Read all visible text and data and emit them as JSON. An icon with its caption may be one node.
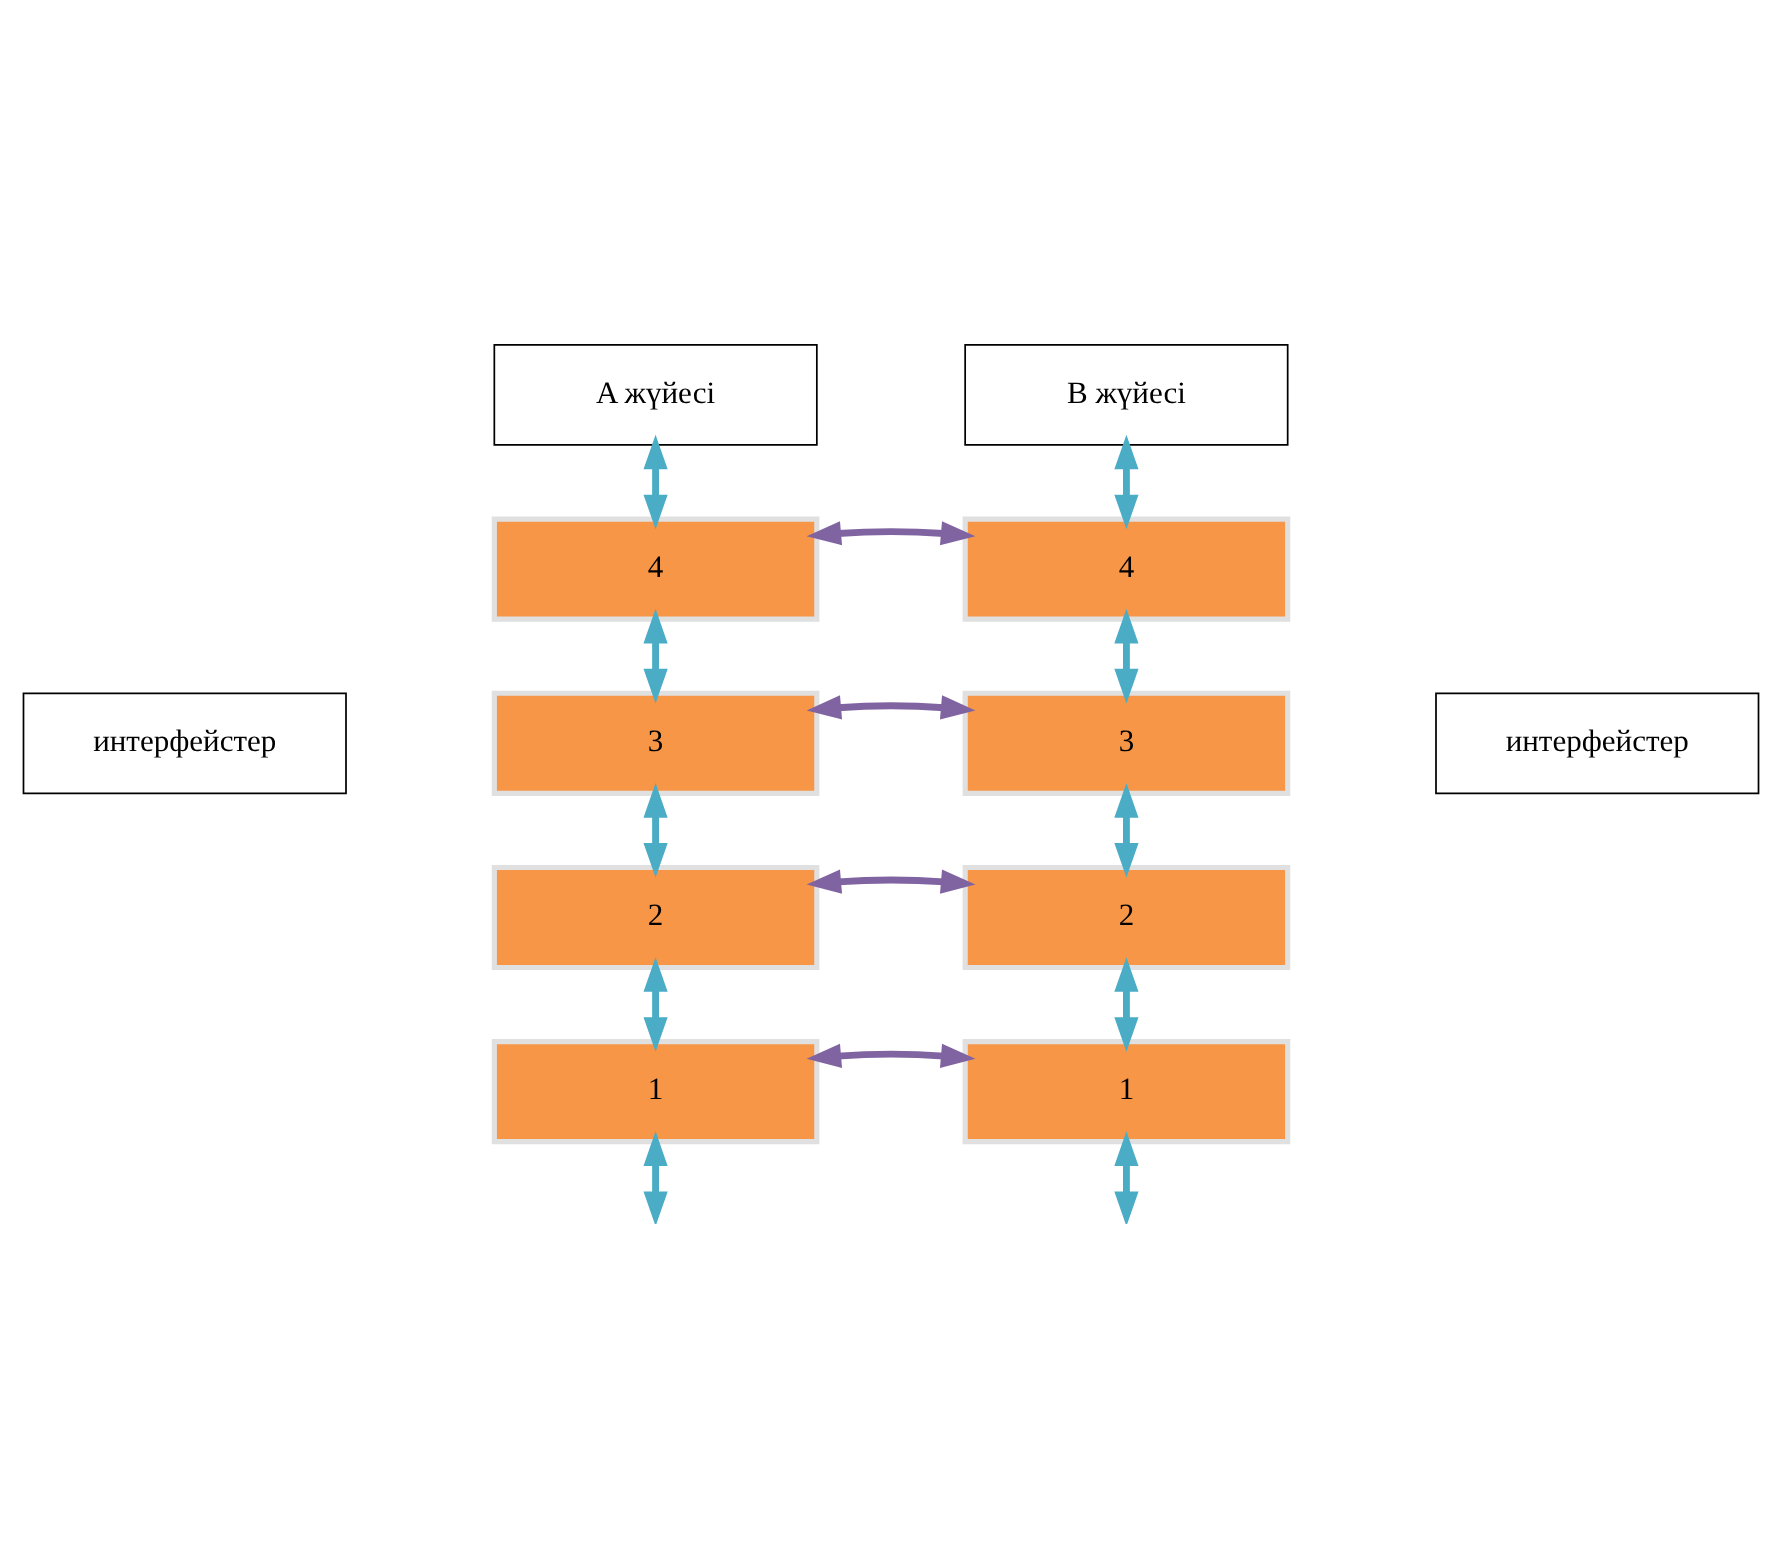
{
  "diagram": {
    "nodes": [
      {
        "text": [
          "A жүйесі"
        ]
      },
      {
        "text": [
          "B жүйесі"
        ]
      },
      {
        "text": [
          "интерфейстер"
        ]
      },
      {
        "text": [
          "4"
        ]
      },
      {
        "text": [
          "4"
        ]
      },
      {
        "text": [
          "интерфейстер"
        ]
      },
      {
        "text": [
          "3"
        ]
      },
      {
        "text": [
          "3"
        ]
      },
      {
        "text": [
          "2"
        ]
      },
      {
        "text": [
          "2"
        ]
      },
      {
        "text": [
          "1"
        ]
      },
      {
        "text": [
          "1"
        ]
      }
    ],
    "edges": [
      {
        "from": 0,
        "to": 3,
        "arrow": "both"
      },
      {
        "from": 1,
        "to": 4,
        "arrow": "both"
      },
      {
        "from": 3,
        "to": 4,
        "arrow": "both",
        "color": "#8064a2"
      },
      {
        "from": 3,
        "to": 6,
        "arrow": "both"
      },
      {
        "from": 4,
        "to": 7,
        "arrow": "both"
      },
      {
        "from": 6,
        "to": 7,
        "arrow": "both",
        "color": "#8064a2"
      },
      {
        "from": 6,
        "to": 8,
        "arrow": "both"
      },
      {
        "from": 7,
        "to": 9,
        "arrow": "both"
      },
      {
        "from": 8,
        "to": 9,
        "arrow": "both",
        "color": "#8064a2"
      },
      {
        "from": 8,
        "to": 10,
        "arrow": "both"
      },
      {
        "from": 9,
        "to": 11,
        "arrow": "both"
      },
      {
        "from": 10,
        "to": 11,
        "arrow": "both",
        "color": "#8064a2"
      },
      {
        "from": 10,
        "to": null,
        "arrow": "both"
      },
      {
        "from": 11,
        "to": null,
        "arrow": "both"
      }
    ]
  }
}
